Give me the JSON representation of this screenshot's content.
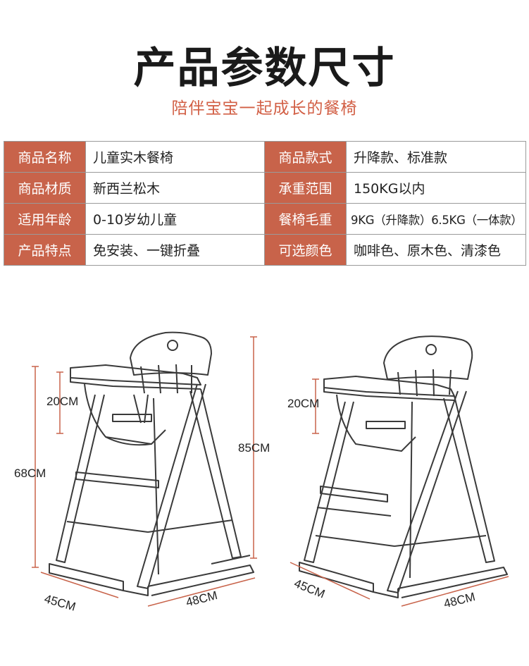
{
  "header": {
    "title": "产品参数尺寸",
    "subtitle": "陪伴宝宝一起成长的餐椅"
  },
  "specs": [
    {
      "label1": "商品名称",
      "value1": "儿童实木餐椅",
      "label2": "商品款式",
      "value2": "升降款、标准款"
    },
    {
      "label1": "商品材质",
      "value1": "新西兰松木",
      "label2": "承重范围",
      "value2": "150KG以内"
    },
    {
      "label1": "适用年龄",
      "value1": "0-10岁幼儿童",
      "label2": "餐椅毛重",
      "value2": "9KG（升降款）6.5KG（一体款）"
    },
    {
      "label1": "产品特点",
      "value1": "免安装、一键折叠",
      "label2": "可选颜色",
      "value2": "咖啡色、原木色、清漆色"
    }
  ],
  "dimensions": {
    "left_chair": {
      "tray_height": "20CM",
      "seat_height": "68CM",
      "total_height": "85CM",
      "depth": "45CM",
      "width": "48CM"
    },
    "right_chair": {
      "tray_height": "20CM",
      "depth": "45CM",
      "width": "48CM"
    }
  },
  "colors": {
    "accent": "#c8634a",
    "subtitle": "#d25f45",
    "line": "#3a3a3a"
  }
}
